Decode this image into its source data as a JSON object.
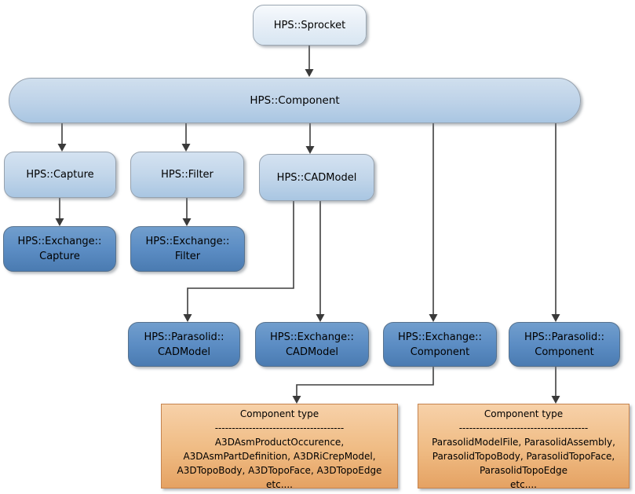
{
  "diagram": {
    "nodes": {
      "sprocket": {
        "label": "HPS::Sprocket"
      },
      "component": {
        "label": "HPS::Component"
      },
      "capture": {
        "label": "HPS::Capture"
      },
      "filter": {
        "label": "HPS::Filter"
      },
      "cadmodel": {
        "label": "HPS::CADModel"
      },
      "exchange_capture": {
        "line1": "HPS::Exchange::",
        "line2": "Capture"
      },
      "exchange_filter": {
        "line1": "HPS::Exchange::",
        "line2": "Filter"
      },
      "parasolid_cadmodel": {
        "line1": "HPS::Parasolid::",
        "line2": "CADModel"
      },
      "exchange_cadmodel": {
        "line1": "HPS::Exchange::",
        "line2": "CADModel"
      },
      "exchange_component": {
        "line1": "HPS::Exchange::",
        "line2": "Component"
      },
      "parasolid_component": {
        "line1": "HPS::Parasolid::",
        "line2": "Component"
      }
    },
    "notes": {
      "left": {
        "title": "Component type",
        "separator": "--------------------------------------",
        "lines": [
          "A3DAsmProductOccurence,",
          "A3DAsmPartDefinition, A3DRiCrepModel,",
          "A3DTopoBody, A3DTopoFace, A3DTopoEdge",
          "etc...."
        ]
      },
      "right": {
        "title": "Component type",
        "separator": "--------------------------------------",
        "lines": [
          "ParasolidModelFile, ParasolidAssembly,",
          "ParasolidTopoBody, ParasolidTopoFace,",
          "ParasolidTopoEdge",
          "etc...."
        ]
      }
    },
    "colors": {
      "node_light_top": "#f7fafd",
      "node_light_bottom": "#d8e6f2",
      "node_mid_top": "#d4e2f1",
      "node_mid_bottom": "#a9c6e2",
      "node_dark_top": "#719ecd",
      "node_dark_bottom": "#4a7bb1",
      "node_border": "#96a1ad",
      "dark_border": "#56718d",
      "note_fill_top": "#f7d1a9",
      "note_fill_bottom": "#e5a263",
      "note_border": "#c5834e",
      "connector": "#3f3f3f"
    }
  }
}
